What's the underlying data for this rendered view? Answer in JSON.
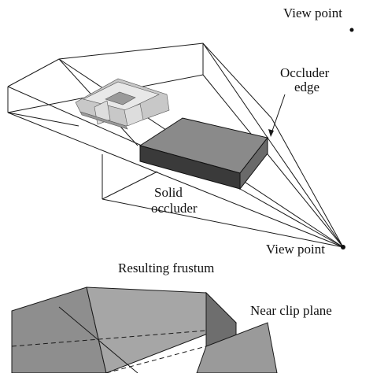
{
  "labels": {
    "view_point_top": "View point",
    "occluder_edge_line1": "Occluder",
    "occluder_edge_line2": "edge",
    "solid_occluder_line1": "Solid",
    "solid_occluder_line2": "occluder",
    "view_point_bottom": "View point",
    "resulting_frustum": "Resulting frustum",
    "near_clip_plane": "Near clip plane"
  },
  "colors": {
    "line": "#1a1a1a",
    "occluder_top": "#8a8a8a",
    "occluder_front": "#3a3a3a",
    "occluder_side": "#6a6a6a",
    "building_light": "#e8e8e8",
    "building_mid": "#c8c8c8",
    "building_dark": "#9a9a9a",
    "frustum_light": "#a6a6a6",
    "frustum_mid": "#8e8e8e",
    "frustum_dark": "#6e6e6e",
    "near_plane": "#9a9a9a"
  }
}
